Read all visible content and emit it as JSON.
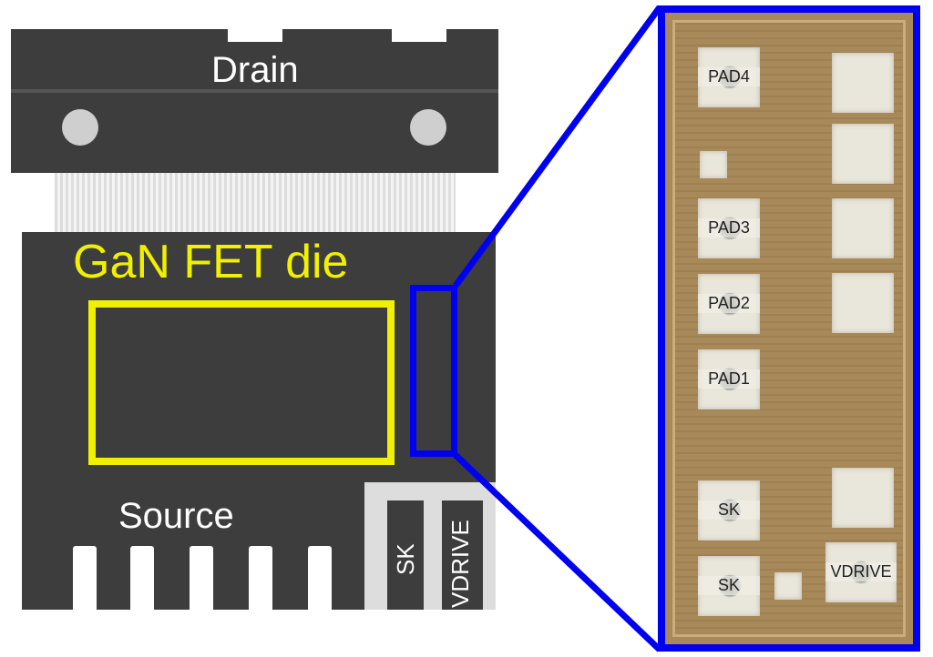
{
  "labels": {
    "drain": "Drain",
    "die": "GaN FET die",
    "source": "Source",
    "sk": "SK",
    "vdrive": "VDRIVE"
  },
  "die_pads": {
    "pad4": "PAD4",
    "pad3": "PAD3",
    "pad2": "PAD2",
    "pad1": "PAD1",
    "sk1": "SK",
    "sk2": "SK",
    "vdrive": "VDRIVE"
  },
  "colors": {
    "highlight_die": "#f0f000",
    "zoom_box": "#0000f0",
    "package": "#3d3d3d",
    "silicon": "#a8895a"
  }
}
